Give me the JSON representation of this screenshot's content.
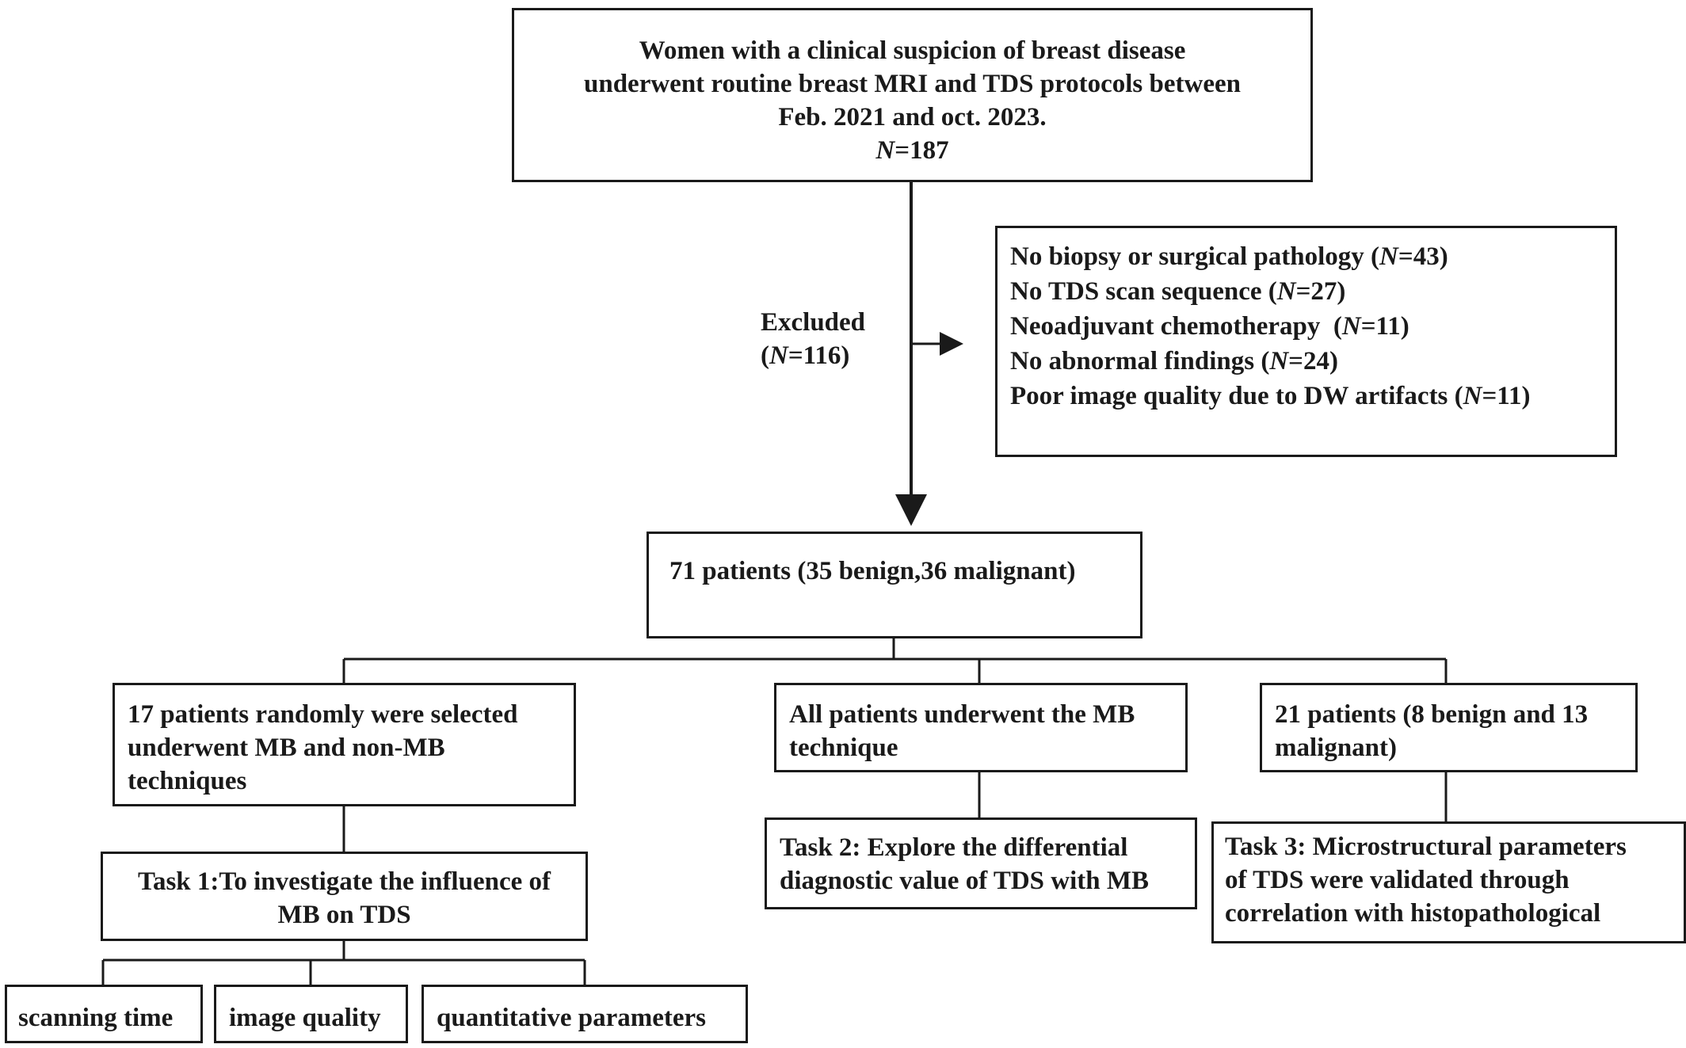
{
  "top_box": {
    "lines": [
      "Women with a clinical suspicion of breast disease",
      "underwent routine breast MRI and TDS protocols between",
      "Feb. 2021 and oct. 2023."
    ],
    "n_symbol": "N",
    "n_value": "=187"
  },
  "excluded": {
    "label": "Excluded",
    "n_open": "(",
    "n_symbol": "N",
    "n_value": "=116)"
  },
  "exclusions": [
    {
      "text": "No biopsy or surgical pathology",
      "open": " (",
      "sym": "N",
      "val": "=43)"
    },
    {
      "text": "No TDS scan sequence",
      "open": " (",
      "sym": "N",
      "val": "=27)"
    },
    {
      "text": "Neoadjuvant chemotherapy",
      "open": "  (",
      "sym": "N",
      "val": "=11)"
    },
    {
      "text": "No abnormal findings",
      "open": " (",
      "sym": "N",
      "val": "=24)"
    },
    {
      "text": "Poor image quality due to DW artifacts",
      "open": " (",
      "sym": "N",
      "val": "=11)"
    }
  ],
  "patients_box": {
    "text": "71 patients (35 benign,36 malignant)"
  },
  "group1": {
    "lines": [
      "17 patients randomly were selected",
      "underwent MB and non-MB",
      "techniques"
    ]
  },
  "group2": {
    "lines": [
      "All patients underwent the MB",
      "technique"
    ]
  },
  "group3": {
    "lines": [
      "21 patients (8 benign and 13",
      "malignant)"
    ]
  },
  "task1": {
    "lines": [
      "Task 1:To investigate the influence of",
      "MB on TDS"
    ]
  },
  "task2": {
    "lines": [
      "Task 2: Explore the differential",
      "diagnostic value of TDS with MB"
    ]
  },
  "task3": {
    "lines": [
      "Task 3: Microstructural parameters",
      "of TDS were validated through",
      "correlation with histopathological"
    ]
  },
  "outcomes": [
    "scanning time",
    "image quality",
    "quantitative parameters"
  ]
}
